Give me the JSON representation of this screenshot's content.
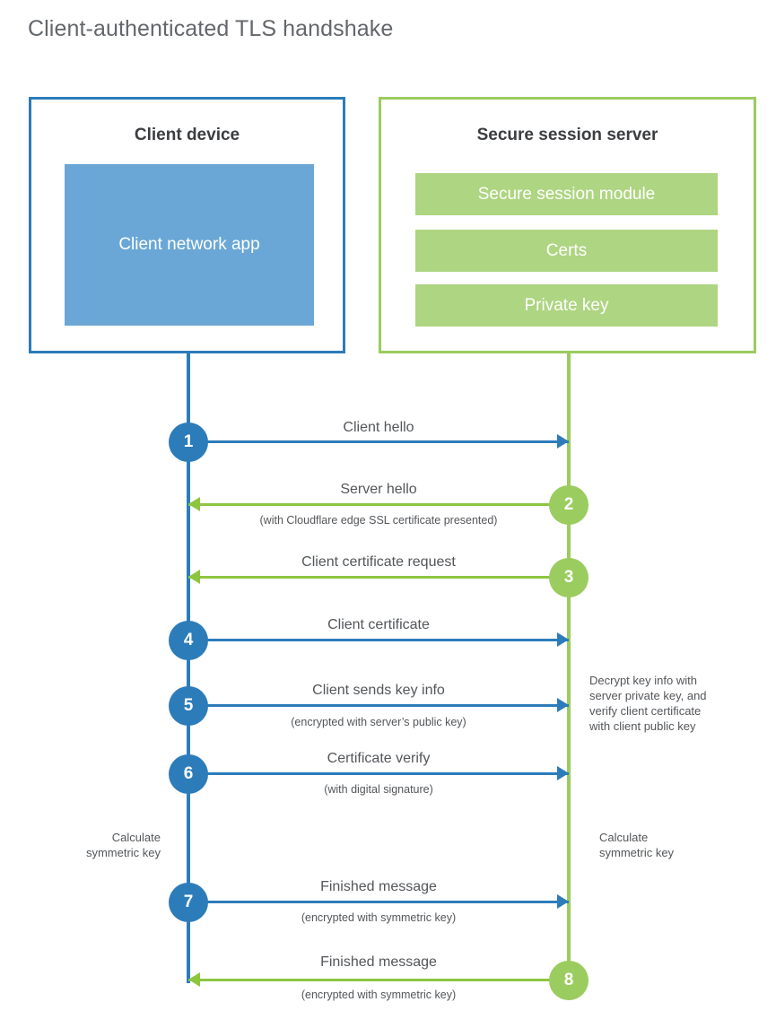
{
  "title": "Client-authenticated TLS handshake",
  "colors": {
    "client_blue": "#2c7cba",
    "client_app_fill": "#6aa7d6",
    "server_green": "#9bcc5f",
    "server_bar_fill": "#aed581",
    "arrow_green": "#8cc63f",
    "text_gray": "#53565a",
    "title_gray": "#63666a"
  },
  "client": {
    "title": "Client device",
    "app_label": "Client network app"
  },
  "server": {
    "title": "Secure session server",
    "modules": [
      "Secure session module",
      "Certs",
      "Private key"
    ]
  },
  "steps": [
    {
      "number": "1",
      "label": "Client hello",
      "sub": "",
      "direction": "client-to-server",
      "color": "blue"
    },
    {
      "number": "2",
      "label": "Server hello",
      "sub": "(with Cloudflare edge SSL certificate presented)",
      "direction": "server-to-client",
      "color": "green"
    },
    {
      "number": "3",
      "label": "Client certificate request",
      "sub": "",
      "direction": "server-to-client",
      "color": "green"
    },
    {
      "number": "4",
      "label": "Client certificate",
      "sub": "",
      "direction": "client-to-server",
      "color": "blue"
    },
    {
      "number": "5",
      "label": "Client sends key info",
      "sub": "(encrypted with server’s public key)",
      "direction": "client-to-server",
      "color": "blue"
    },
    {
      "number": "6",
      "label": "Certificate verify",
      "sub": "(with digital signature)",
      "direction": "client-to-server",
      "color": "blue"
    },
    {
      "number": "7",
      "label": "Finished message",
      "sub": "(encrypted with symmetric key)",
      "direction": "client-to-server",
      "color": "blue"
    },
    {
      "number": "8",
      "label": "Finished message",
      "sub": "(encrypted with symmetric key)",
      "direction": "server-to-client",
      "color": "green"
    }
  ],
  "notes": {
    "server_decrypt": "Decrypt key info with server private key, and verify client certificate with client public key",
    "server_decrypt_lines": [
      "Decrypt key info with",
      "server private key, and",
      "verify client certificate",
      "with client public key"
    ],
    "client_calculate_lines": [
      "Calculate",
      "symmetric key"
    ],
    "server_calculate_lines": [
      "Calculate",
      "symmetric key"
    ]
  }
}
